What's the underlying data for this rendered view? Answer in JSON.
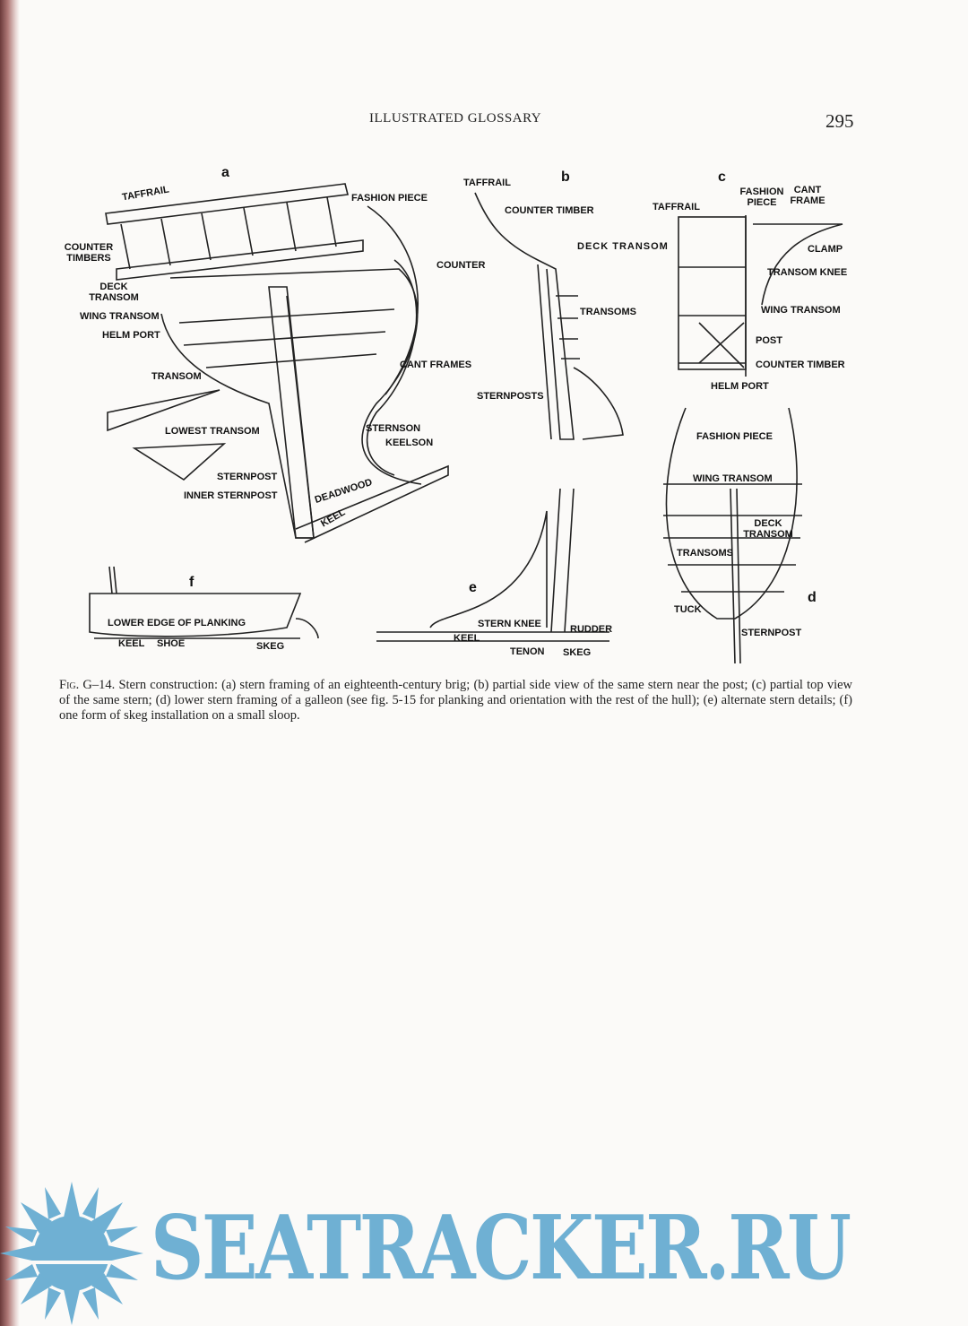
{
  "header": {
    "running_title": "ILLUSTRATED GLOSSARY",
    "page_number": "295"
  },
  "figure": {
    "panels": {
      "a": "a",
      "b": "b",
      "c": "c",
      "d": "d",
      "e": "e",
      "f": "f"
    },
    "a": [
      "TAFFRAIL",
      "FASHION PIECE",
      "COUNTER TIMBERS",
      "DECK TRANSOM",
      "WING TRANSOM",
      "HELM PORT",
      "COUNTER",
      "CANT FRAMES",
      "TRANSOM",
      "LOWEST TRANSOM",
      "STERNSON",
      "KEELSON",
      "STERNPOST",
      "INNER STERNPOST",
      "DEADWOOD",
      "KEEL"
    ],
    "b": [
      "TAFFRAIL",
      "COUNTER TIMBER",
      "DECK TRANSOM",
      "TRANSOMS",
      "STERNPOSTS"
    ],
    "c": [
      "FASHION PIECE",
      "CANT FRAME",
      "TAFFRAIL",
      "CLAMP",
      "TRANSOM KNEE",
      "WING TRANSOM",
      "POST",
      "COUNTER TIMBER",
      "HELM PORT"
    ],
    "d": [
      "FASHION PIECE",
      "WING TRANSOM",
      "DECK TRANSOM",
      "TRANSOMS",
      "TUCK",
      "STERNPOST"
    ],
    "e": [
      "STERN KNEE",
      "RUDDER",
      "KEEL",
      "TENON",
      "SKEG"
    ],
    "f": [
      "LOWER EDGE OF PLANKING",
      "KEEL",
      "SHOE",
      "SKEG"
    ]
  },
  "caption": {
    "prefix": "Fig. G–14.",
    "text": "Stern construction: (a) stern framing of an eighteenth-century brig; (b) partial side view of the same stern near the post; (c) partial top view of the same stern; (d) lower stern framing of a galleon (see fig. 5-15 for planking and orientation with the rest of the hull); (e) alternate stern details; (f) one form of skeg installation on a small sloop."
  },
  "watermark": {
    "text": "SEATRACKER.RU",
    "color": "#6fb0d3"
  }
}
